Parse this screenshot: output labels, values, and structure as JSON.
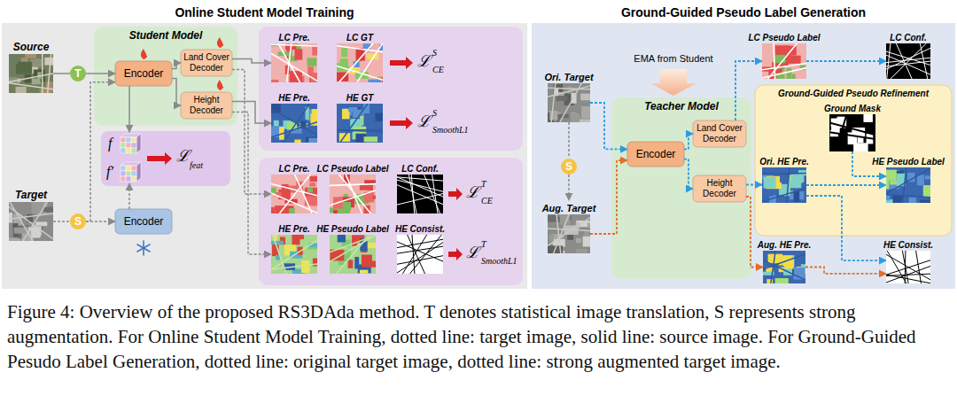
{
  "diagram": {
    "caption": "Figure 4: Overview of the proposed RS3DAda method. T denotes statistical image translation, S represents strong augmentation. For Online Student Model Training, dotted line: target image, solid line: source image. For Ground-Guided Pesudo Label Generation, dotted line: original target image, dotted line: strong augmented target image.",
    "nodes": [
      {
        "text": [
          "Online Student Model Training"
        ]
      },
      {
        "text": [
          "Source"
        ],
        "in": 0
      },
      {
        "text": [
          "T"
        ],
        "in": 0
      },
      {
        "text": [
          "Student Model"
        ],
        "in": 0
      },
      {
        "text": [
          "Encoder"
        ],
        "in": 3
      },
      {
        "text": [
          "Land Cover Decoder"
        ],
        "in": 3
      },
      {
        "text": [
          "Height Decoder"
        ],
        "in": 3
      },
      {
        "text": [
          "Target"
        ],
        "in": 0
      },
      {
        "text": [
          "S"
        ],
        "in": 0
      },
      {
        "text": [
          "Encoder"
        ],
        "in": 0
      },
      {
        "text": [
          "LC Pre."
        ],
        "in": 0
      },
      {
        "text": [
          "LC GT"
        ],
        "in": 0
      },
      {
        "text": [
          "HE Pre."
        ],
        "in": 0
      },
      {
        "text": [
          "HE GT"
        ],
        "in": 0
      },
      {
        "text": [
          "LC Pre."
        ],
        "in": 0
      },
      {
        "text": [
          "LC Pseudo Label"
        ],
        "in": 0
      },
      {
        "text": [
          "LC Conf."
        ],
        "in": 0
      },
      {
        "text": [
          "HE Pre."
        ],
        "in": 0
      },
      {
        "text": [
          "HE Pseudo Label"
        ],
        "in": 0
      },
      {
        "text": [
          "HE Consist."
        ],
        "in": 0
      },
      {
        "text": [
          "Ground-Guided Pseudo Label Generation"
        ]
      },
      {
        "text": [
          "Ori. Target"
        ],
        "in": 20
      },
      {
        "text": [
          "S"
        ],
        "in": 20
      },
      {
        "text": [
          "Aug. Target"
        ],
        "in": 20
      },
      {
        "text": [
          "Teacher Model"
        ],
        "in": 20
      },
      {
        "text": [
          "Encoder"
        ],
        "in": 24
      },
      {
        "text": [
          "Land Cover Decoder"
        ],
        "in": 24
      },
      {
        "text": [
          "Height Decoder"
        ],
        "in": 24
      },
      {
        "text": [
          "LC Pseudo Label"
        ],
        "in": 20
      },
      {
        "text": [
          "LC Conf."
        ],
        "in": 20
      },
      {
        "text": [
          "Ground-Guided Pseudo Refinement"
        ],
        "in": 20
      },
      {
        "text": [
          "Ground Mask"
        ],
        "in": 30
      },
      {
        "text": [
          "Ori. HE Pre."
        ],
        "in": 30
      },
      {
        "text": [
          "HE Pseudo Label"
        ],
        "in": 30
      },
      {
        "text": [
          "Aug. HE Pre."
        ],
        "in": 20
      },
      {
        "text": [
          "HE Consist."
        ],
        "in": 20
      }
    ],
    "edges": [
      {
        "from": 1,
        "to": 2,
        "arrow": "none"
      },
      {
        "from": 2,
        "to": 4,
        "arrow": "to"
      },
      {
        "from": 7,
        "to": 8,
        "arrow": "none"
      },
      {
        "from": 8,
        "to": 9,
        "arrow": "to"
      },
      {
        "from": 8,
        "to": 4,
        "arrow": "to"
      },
      {
        "from": 4,
        "to": 5,
        "arrow": "to"
      },
      {
        "from": 4,
        "to": 6,
        "arrow": "to"
      },
      {
        "from": 5,
        "to": 10,
        "arrow": "to"
      },
      {
        "from": 6,
        "to": 12,
        "arrow": "to"
      },
      {
        "from": 5,
        "to": 14,
        "arrow": "to"
      },
      {
        "from": 6,
        "to": 17,
        "arrow": "to"
      },
      {
        "from": 21,
        "to": 22,
        "arrow": "none"
      },
      {
        "from": 22,
        "to": 23,
        "arrow": "to"
      },
      {
        "from": 21,
        "to": 25,
        "arrow": "to"
      },
      {
        "from": 23,
        "to": 25,
        "arrow": "to"
      },
      {
        "from": 25,
        "to": 26,
        "arrow": "to"
      },
      {
        "from": 25,
        "to": 27,
        "arrow": "to"
      },
      {
        "from": 26,
        "to": 28,
        "arrow": "to"
      },
      {
        "from": 28,
        "to": 29,
        "arrow": "to"
      },
      {
        "from": 27,
        "to": 32,
        "arrow": "to"
      },
      {
        "from": 27,
        "to": 34,
        "arrow": "to"
      },
      {
        "from": 31,
        "to": 33,
        "arrow": "to"
      },
      {
        "from": 32,
        "to": 33,
        "arrow": "to"
      },
      {
        "from": 32,
        "to": 35,
        "arrow": "to"
      },
      {
        "from": 34,
        "to": 35,
        "arrow": "to"
      }
    ],
    "labels": [
      "f",
      "f′",
      "ℒ",
      "feat",
      "ℒ",
      "CE",
      "S",
      "ℒ",
      "SmoothL1",
      "S",
      "ℒ",
      "CE",
      "T",
      "ℒ",
      "SmoothL1",
      "T",
      "EMA from Student"
    ]
  }
}
